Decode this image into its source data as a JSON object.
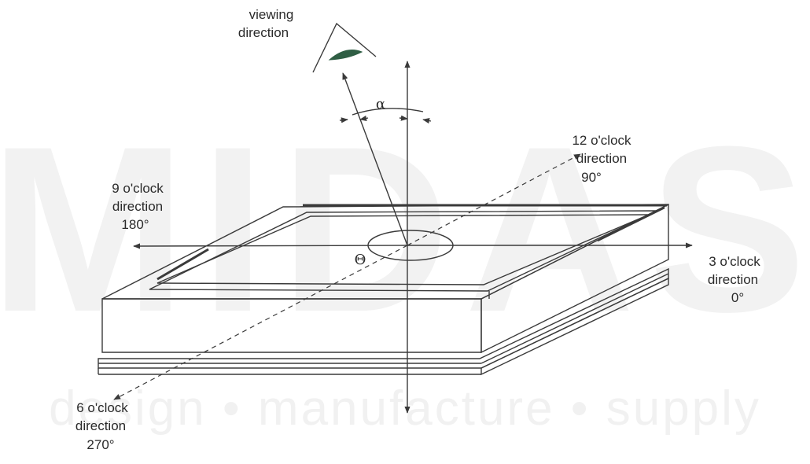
{
  "watermark": {
    "logo": "MIDAS",
    "tagline": "design • manufacture • supply",
    "logo_color": "#f0f0f0",
    "accent_color": "#f6e6c8"
  },
  "labels": {
    "viewing": [
      "viewing",
      "direction"
    ],
    "alpha": "α",
    "theta": "Θ",
    "twelve": [
      "12 o'clock",
      "direction",
      "90°"
    ],
    "nine": [
      "9 o'clock",
      "direction",
      "180°"
    ],
    "three": [
      "3 o'clock",
      "direction",
      "0°"
    ],
    "six": [
      "6 o'clock",
      "direction",
      "270°"
    ]
  },
  "colors": {
    "line": "#3a3a3a",
    "text": "#2a2a2a",
    "eye_fill": "#2f5e44"
  }
}
